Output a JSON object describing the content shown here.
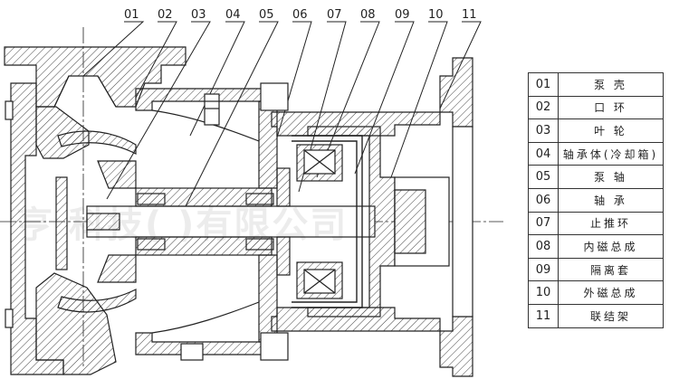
{
  "callouts": [
    "01",
    "02",
    "03",
    "04",
    "05",
    "06",
    "07",
    "08",
    "09",
    "10",
    "11"
  ],
  "parts": [
    {
      "no": "01",
      "name": "泵 壳"
    },
    {
      "no": "02",
      "name": "口 环"
    },
    {
      "no": "03",
      "name": "叶 轮"
    },
    {
      "no": "04",
      "name": "轴承体(冷却箱)"
    },
    {
      "no": "05",
      "name": "泵 轴"
    },
    {
      "no": "06",
      "name": "轴 承"
    },
    {
      "no": "07",
      "name": "止推环"
    },
    {
      "no": "08",
      "name": "内磁总成"
    },
    {
      "no": "09",
      "name": "隔离套"
    },
    {
      "no": "10",
      "name": "外磁总成"
    },
    {
      "no": "11",
      "name": "联结架"
    }
  ],
  "watermark": "亨 科技( )有限公司",
  "colors": {
    "line": "#222222",
    "hatch": "#444444",
    "background": "#ffffff"
  }
}
